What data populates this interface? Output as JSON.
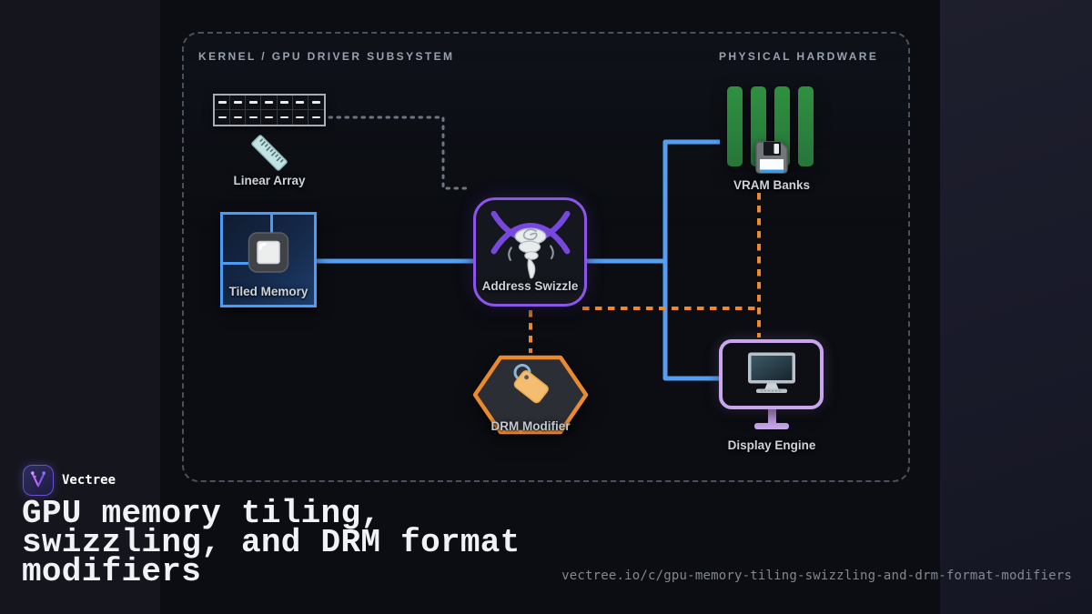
{
  "diagram": {
    "section_left": "KERNEL / GPU DRIVER SUBSYSTEM",
    "section_right": "PHYSICAL HARDWARE",
    "nodes": {
      "linear_array": {
        "label": "Linear Array",
        "icon": "ruler-icon"
      },
      "tiled_memory": {
        "label": "Tiled Memory",
        "icon": "white-square-button-icon"
      },
      "address_swizzle": {
        "label": "Address Swizzle",
        "icon": "tornado-icon"
      },
      "vram_banks": {
        "label": "VRAM Banks",
        "icon": "floppy-disk-icon"
      },
      "drm_modifier": {
        "label": "DRM Modifier",
        "icon": "tag-icon"
      },
      "display_engine": {
        "label": "Display Engine",
        "icon": "desktop-monitor-icon"
      }
    },
    "edges": [
      {
        "from": "linear_array",
        "to": "address_swizzle",
        "style": "dotted",
        "color": "#6e7683"
      },
      {
        "from": "tiled_memory",
        "to": "address_swizzle",
        "style": "solid",
        "color": "#539ff2"
      },
      {
        "from": "address_swizzle",
        "to": "vram_banks",
        "style": "solid",
        "color": "#539ff2"
      },
      {
        "from": "address_swizzle",
        "to": "display_engine",
        "style": "solid",
        "color": "#539ff2"
      },
      {
        "from": "address_swizzle",
        "to": "drm_modifier",
        "style": "dashed",
        "color": "#ec8a33"
      },
      {
        "from": "address_swizzle",
        "to": "vram_banks",
        "style": "dashed",
        "color": "#ec8a33"
      },
      {
        "from": "vram_banks",
        "to": "display_engine",
        "style": "dashed",
        "color": "#ec8a33"
      }
    ]
  },
  "footer": {
    "brand": "Vectree",
    "title_lines": [
      "GPU memory tiling,",
      "swizzling, and DRM format",
      "modifiers"
    ],
    "url": "vectree.io/c/gpu-memory-tiling-swizzling-and-drm-format-modifiers"
  },
  "colors": {
    "accent_blue": "#539ff2",
    "accent_orange": "#ec8a33",
    "accent_purple": "#8a55e8",
    "accent_lavender": "#c9a5ee",
    "vram_green": "#2b873c",
    "frame_dash": "#4b515c"
  }
}
